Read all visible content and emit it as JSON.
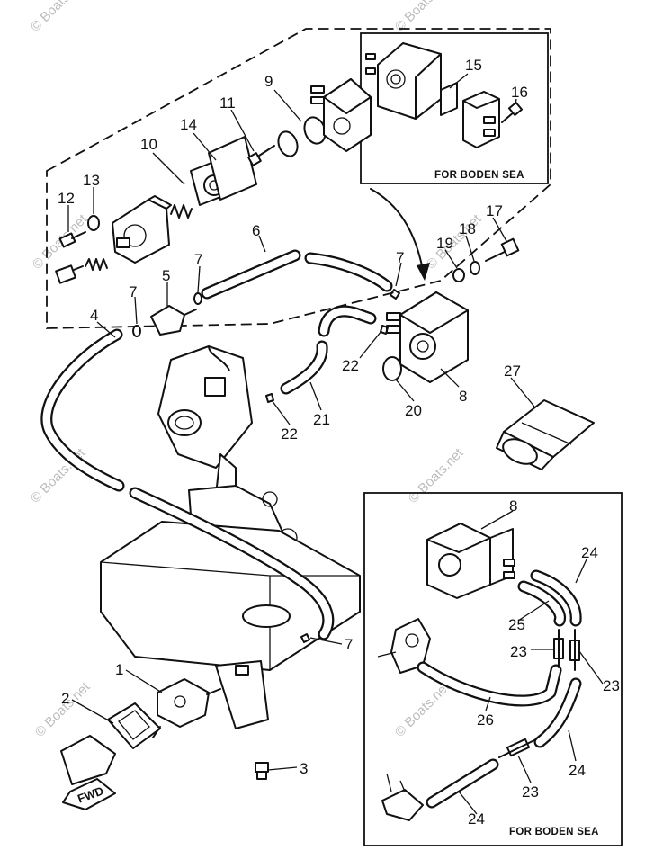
{
  "watermark": "© Boats.net",
  "inset_label": "FOR BODEN SEA",
  "fwd_label": "FWD",
  "callouts": {
    "c1": "1",
    "c2": "2",
    "c3": "3",
    "c4": "4",
    "c5": "5",
    "c6": "6",
    "c7a": "7",
    "c7b": "7",
    "c7c": "7",
    "c7d": "7",
    "c8a": "8",
    "c8b": "8",
    "c9": "9",
    "c10": "10",
    "c11": "11",
    "c12": "12",
    "c13": "13",
    "c14": "14",
    "c15": "15",
    "c16": "16",
    "c17": "17",
    "c18": "18",
    "c19": "19",
    "c20": "20",
    "c21": "21",
    "c22a": "22",
    "c22b": "22",
    "c23a": "23",
    "c23b": "23",
    "c23c": "23",
    "c24a": "24",
    "c24b": "24",
    "c24c": "24",
    "c25": "25",
    "c26": "26",
    "c27": "27"
  }
}
